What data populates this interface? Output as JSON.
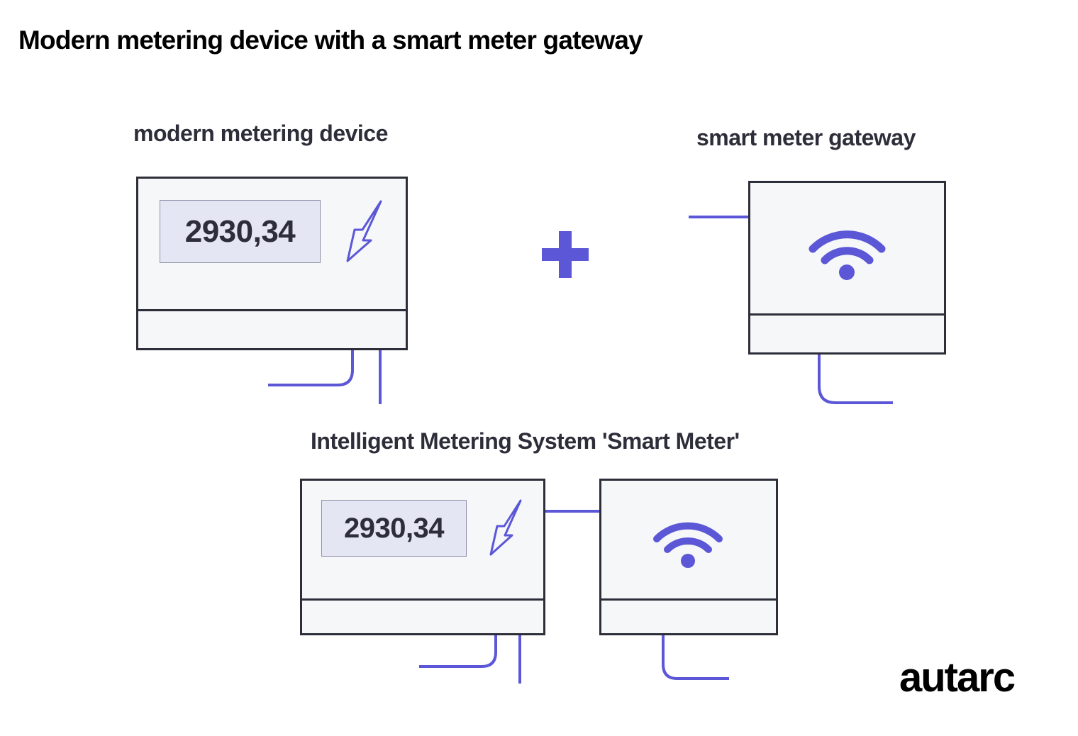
{
  "title": "Modern metering device with a smart meter gateway",
  "labels": {
    "meter": "modern metering device",
    "gateway": "smart meter gateway",
    "system": "Intelligent Metering System 'Smart Meter'"
  },
  "meter_reading": "2930,34",
  "logo": "autarc",
  "colors": {
    "accent": "#5b57d6",
    "outline": "#2e2e3a",
    "box_fill": "#f6f7f9",
    "display_fill": "#e4e6f4"
  },
  "icons": [
    "lightning-bolt-icon",
    "wifi-icon",
    "plus-icon"
  ]
}
